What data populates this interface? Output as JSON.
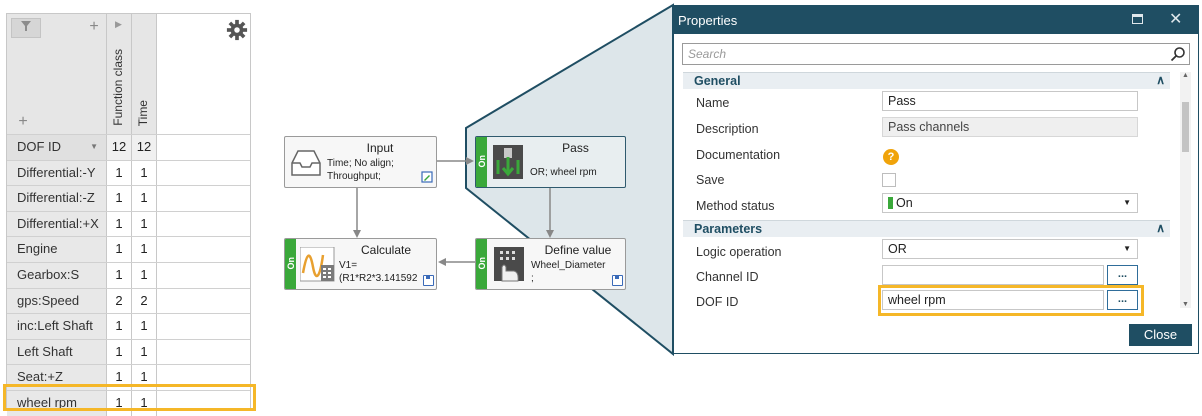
{
  "grid": {
    "columns": [
      "Function class",
      "Time"
    ],
    "header_row": {
      "label": "DOF ID",
      "values": [
        "12",
        "12"
      ]
    },
    "rows": [
      {
        "label": "Differential:-Y",
        "values": [
          "1",
          "1"
        ]
      },
      {
        "label": "Differential:-Z",
        "values": [
          "1",
          "1"
        ]
      },
      {
        "label": "Differential:+X",
        "values": [
          "1",
          "1"
        ]
      },
      {
        "label": "Engine",
        "values": [
          "1",
          "1"
        ]
      },
      {
        "label": "Gearbox:S",
        "values": [
          "1",
          "1"
        ]
      },
      {
        "label": "gps:Speed",
        "values": [
          "2",
          "2"
        ]
      },
      {
        "label": "inc:Left Shaft",
        "values": [
          "1",
          "1"
        ]
      },
      {
        "label": "Left Shaft",
        "values": [
          "1",
          "1"
        ]
      },
      {
        "label": "Seat:+Z",
        "values": [
          "1",
          "1"
        ]
      },
      {
        "label": "wheel rpm",
        "values": [
          "1",
          "1"
        ]
      }
    ],
    "highlight_color": "#f5b728"
  },
  "flow": {
    "input": {
      "title": "Input",
      "sub1": "Time; No align;",
      "sub2": "Throughput;"
    },
    "pass": {
      "title": "Pass",
      "status": "On",
      "sub": "OR; wheel rpm"
    },
    "calculate": {
      "title": "Calculate",
      "status": "On",
      "sub1": "V1=",
      "sub2": "(R1*R2*3.141592"
    },
    "define": {
      "title": "Define value",
      "status": "On",
      "sub1": "Wheel_Diameter",
      "sub2": ";"
    }
  },
  "properties": {
    "title": "Properties",
    "search_placeholder": "Search",
    "sections": {
      "general": "General",
      "parameters": "Parameters"
    },
    "labels": {
      "name": "Name",
      "description": "Description",
      "documentation": "Documentation",
      "save": "Save",
      "method_status": "Method status",
      "logic_operation": "Logic operation",
      "channel_id": "Channel ID",
      "dof_id": "DOF ID"
    },
    "values": {
      "name": "Pass",
      "description": "Pass channels",
      "method_status": "On",
      "logic_operation": "OR",
      "channel_id": "",
      "dof_id": "wheel rpm"
    },
    "ellipsis": "...",
    "help_glyph": "?",
    "close_label": "Close",
    "accent": "#1f4e63"
  }
}
